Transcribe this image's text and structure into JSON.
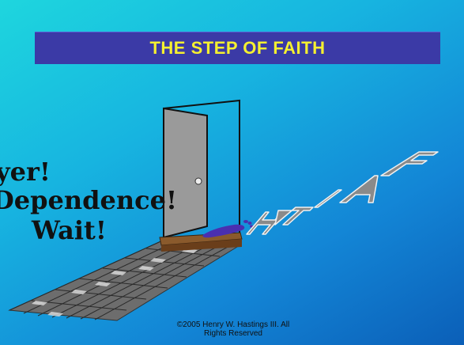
{
  "slide": {
    "title": "THE STEP OF FAITH",
    "lines": [
      "yer!",
      "Dependence!",
      "Wait!"
    ],
    "door_word": "FAITH",
    "copyright_line1": "©2005 Henry W. Hastings III.  All",
    "copyright_line2": "Rights Reserved"
  },
  "colors": {
    "title_bg": "#3b3aa6",
    "title_text": "#f5f030",
    "door": "#9a9a9a",
    "footprint": "#4a2fb0"
  },
  "icons": [
    "door-icon",
    "footprint-icon",
    "path-stones-icon"
  ]
}
